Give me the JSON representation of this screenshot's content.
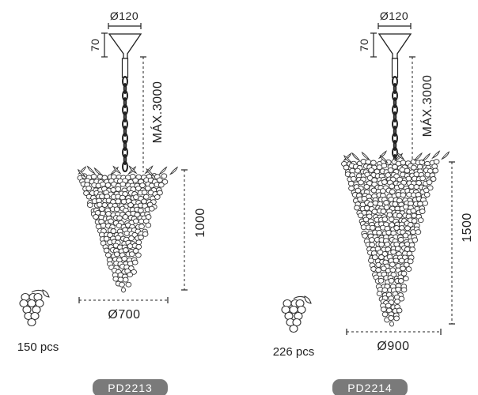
{
  "colors": {
    "line": "#222222",
    "badge": "#7a7a7a",
    "crystal": "#ffffff"
  },
  "products": [
    {
      "code": "PD2213",
      "canopy_diameter": "Ø120",
      "canopy_height": "70",
      "max_drop": "MÁX.3000",
      "body_height": "1000",
      "body_diameter": "Ø700",
      "pieces": "150 pcs",
      "crystal_icon": "crystal-cluster-icon"
    },
    {
      "code": "PD2214",
      "canopy_diameter": "Ø120",
      "canopy_height": "70",
      "max_drop": "MÁX.3000",
      "body_height": "1500",
      "body_diameter": "Ø900",
      "pieces": "226 pcs",
      "crystal_icon": "crystal-cluster-icon"
    }
  ]
}
